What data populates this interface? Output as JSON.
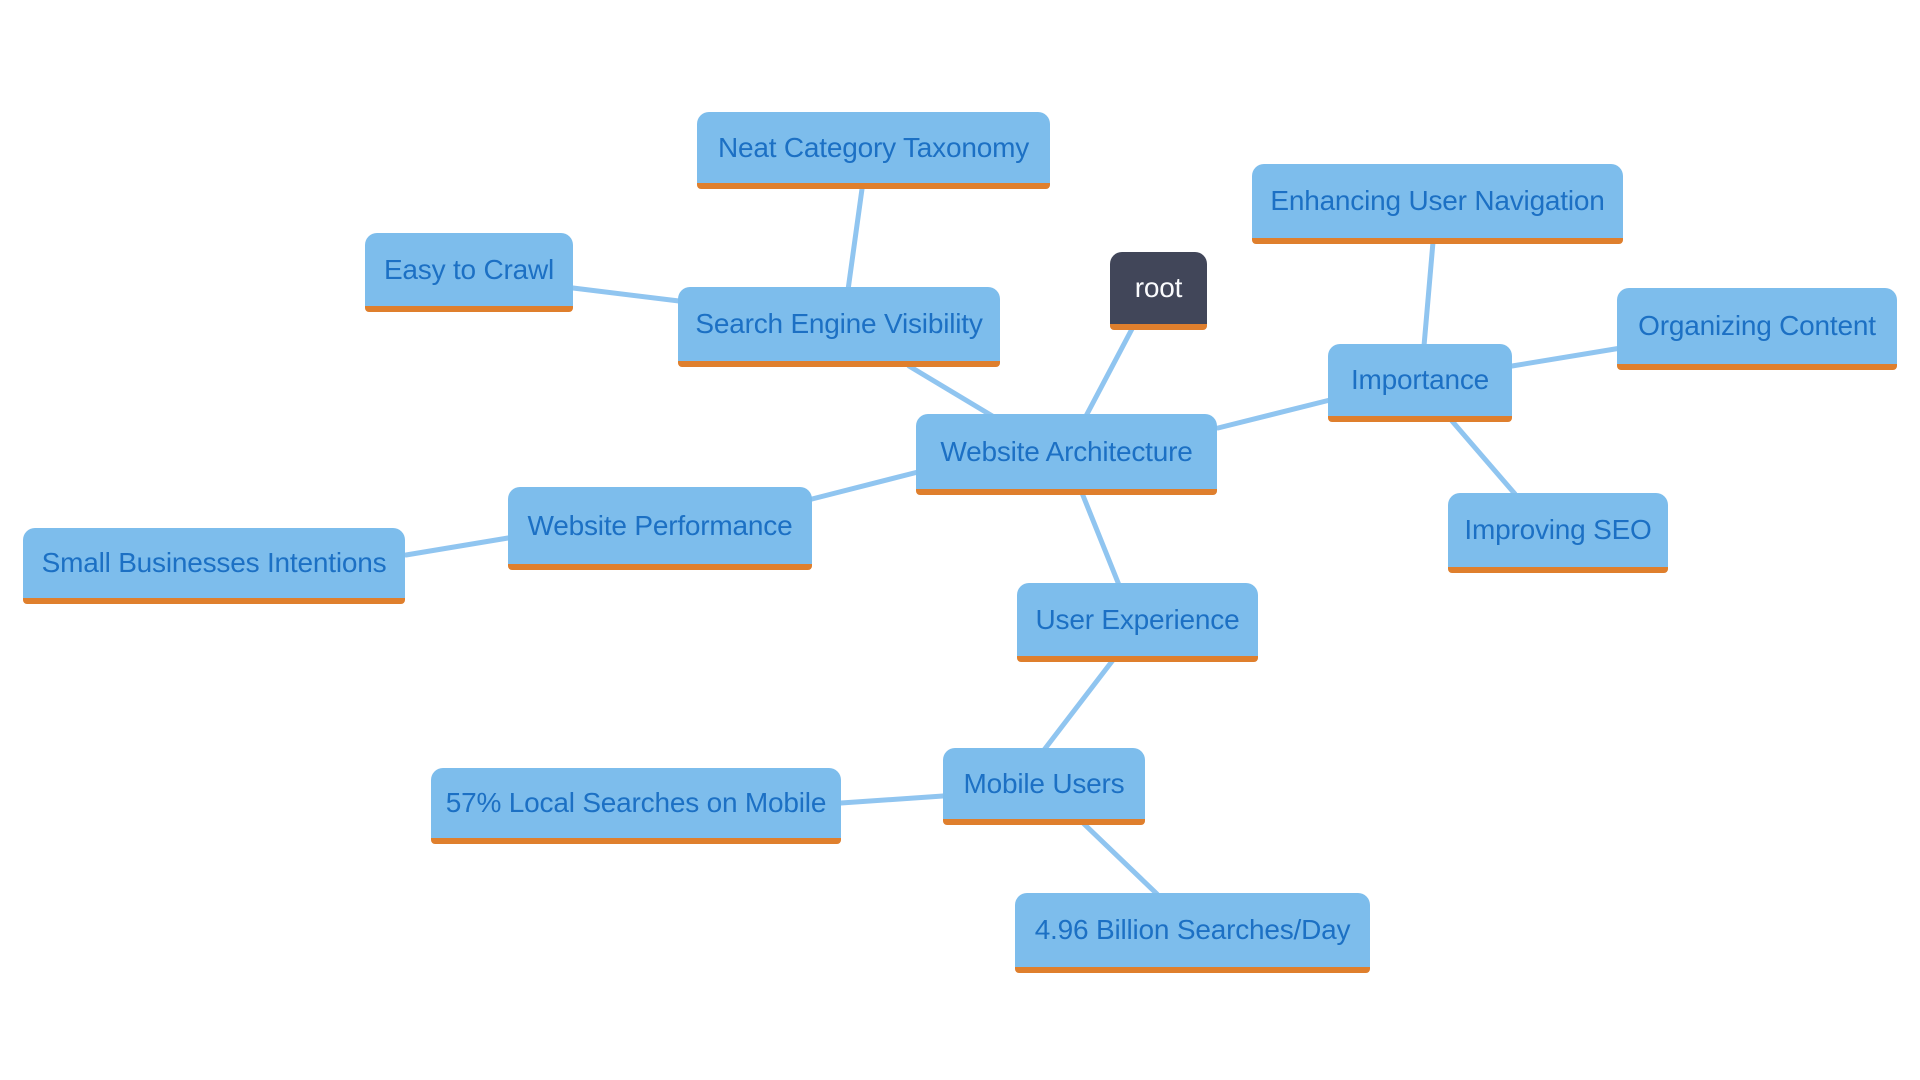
{
  "diagram": {
    "type": "mindmap",
    "title": "Website Architecture mind map",
    "root": {
      "id": "root",
      "label": "root"
    },
    "nodes": [
      {
        "id": "website-architecture",
        "label": "Website Architecture"
      },
      {
        "id": "search-engine-visibility",
        "label": "Search Engine Visibility"
      },
      {
        "id": "neat-category-taxonomy",
        "label": "Neat Category Taxonomy"
      },
      {
        "id": "easy-to-crawl",
        "label": "Easy to Crawl"
      },
      {
        "id": "importance",
        "label": "Importance"
      },
      {
        "id": "enhancing-user-navigation",
        "label": "Enhancing User Navigation"
      },
      {
        "id": "organizing-content",
        "label": "Organizing Content"
      },
      {
        "id": "improving-seo",
        "label": "Improving SEO"
      },
      {
        "id": "website-performance",
        "label": "Website Performance"
      },
      {
        "id": "small-businesses-intentions",
        "label": "Small Businesses Intentions"
      },
      {
        "id": "user-experience",
        "label": "User Experience"
      },
      {
        "id": "mobile-users",
        "label": "Mobile Users"
      },
      {
        "id": "local-searches-on-mobile",
        "label": "57% Local Searches on Mobile"
      },
      {
        "id": "searches-per-day",
        "label": "4.96 Billion Searches/Day"
      }
    ],
    "edges": [
      {
        "from": "root",
        "to": "website-architecture"
      },
      {
        "from": "website-architecture",
        "to": "search-engine-visibility"
      },
      {
        "from": "search-engine-visibility",
        "to": "neat-category-taxonomy"
      },
      {
        "from": "search-engine-visibility",
        "to": "easy-to-crawl"
      },
      {
        "from": "website-architecture",
        "to": "importance"
      },
      {
        "from": "importance",
        "to": "enhancing-user-navigation"
      },
      {
        "from": "importance",
        "to": "organizing-content"
      },
      {
        "from": "importance",
        "to": "improving-seo"
      },
      {
        "from": "website-architecture",
        "to": "website-performance"
      },
      {
        "from": "website-performance",
        "to": "small-businesses-intentions"
      },
      {
        "from": "website-architecture",
        "to": "user-experience"
      },
      {
        "from": "user-experience",
        "to": "mobile-users"
      },
      {
        "from": "mobile-users",
        "to": "local-searches-on-mobile"
      },
      {
        "from": "mobile-users",
        "to": "searches-per-day"
      }
    ]
  },
  "colors": {
    "background": "#ffffff",
    "node_fill": "#7dbdec",
    "node_text": "#1c70c4",
    "underline": "#df7f2d",
    "connector": "#90c5f0",
    "root_fill": "#414659",
    "root_text": "#fafbfd"
  }
}
